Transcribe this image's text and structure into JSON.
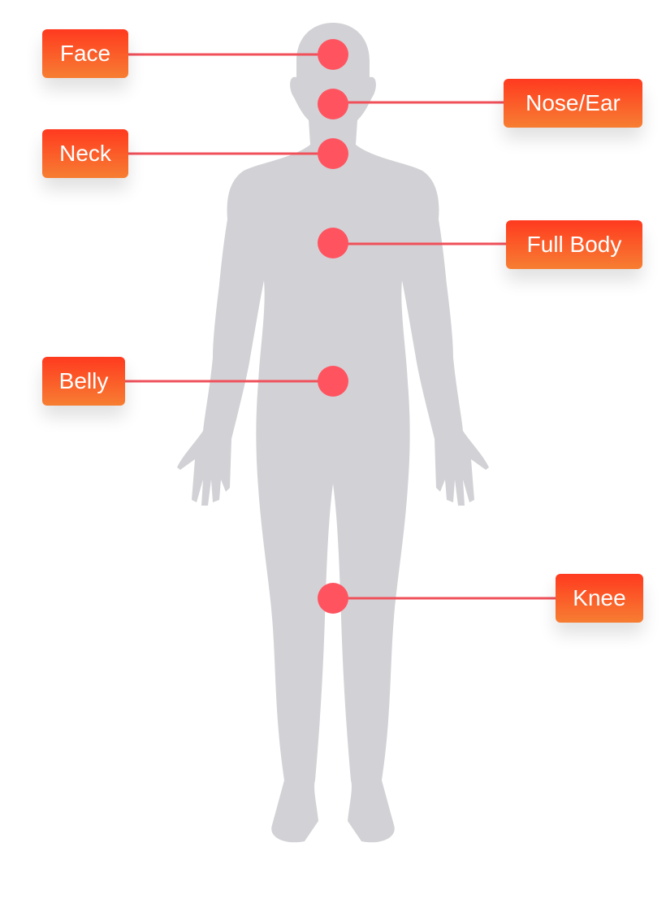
{
  "colors": {
    "body": "#d2d2d6",
    "marker": "#ff5460",
    "line": "#f0505a",
    "label_top": "#ff3a1f",
    "label_bottom": "#f77e32"
  },
  "labels": {
    "face": "Face",
    "nose_ear": "Nose/Ear",
    "neck": "Neck",
    "full_body": "Full Body",
    "belly": "Belly",
    "knee": "Knee"
  }
}
